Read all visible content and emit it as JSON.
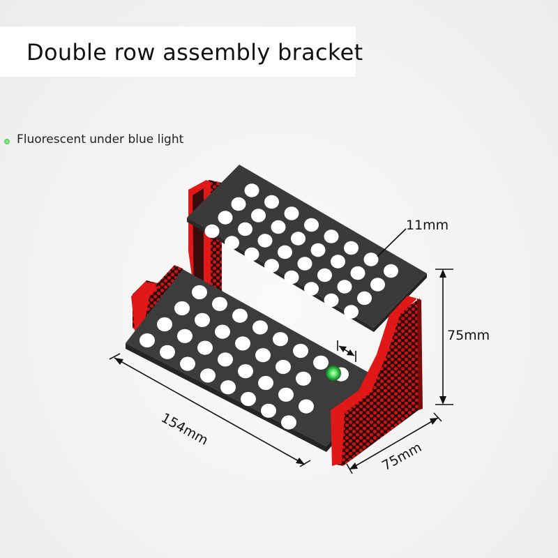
{
  "header": {
    "title": "Double row assembly bracket"
  },
  "note": {
    "text": "Fluorescent under blue light"
  },
  "dimensions": {
    "hole": "11mm",
    "height": "75mm",
    "length": "154mm",
    "depth": "75mm"
  },
  "colors": {
    "panel": "#3a3a3a",
    "side_accent": "#e01818",
    "side_dark": "#3a0c0c",
    "glow": "#3be05a"
  }
}
